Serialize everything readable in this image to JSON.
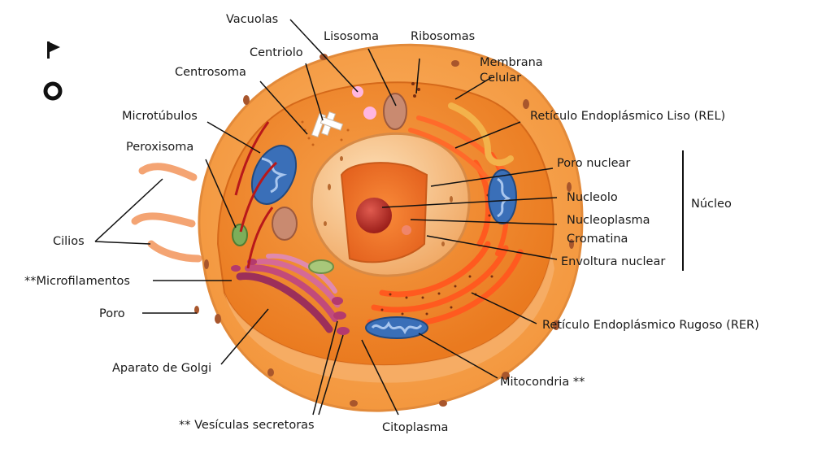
{
  "toolbar": {
    "flag_icon": "flag-icon",
    "circle_icon": "target-circle-icon"
  },
  "labels": {
    "vacuolas": "Vacuolas",
    "lisosoma": "Lisosoma",
    "ribosomas": "Ribosomas",
    "centriolo": "Centriolo",
    "membrana_1": "Membrana",
    "membrana_2": "Celular",
    "centrosoma": "Centrosoma",
    "rel": "Retículo Endoplásmico Liso (REL)",
    "microtubulos": "Microtúbulos",
    "peroxisoma": "Peroxisoma",
    "poro_nuclear": "Poro nuclear",
    "nucleolo": "Nucleolo",
    "nucleo": "Núcleo",
    "nucleoplasma": "Nucleoplasma",
    "cromatina": "Cromatina",
    "cilios": "Cilios",
    "microfilamentos": "**Microfilamentos",
    "envoltura": "Envoltura nuclear",
    "poro": "Poro",
    "rer": "Retículo Endoplásmico Rugoso (RER)",
    "golgi": "Aparato de Golgi",
    "mitocondria": "Mitocondria  **",
    "vesiculas": "** Vesículas secretoras",
    "citoplasma": "Citoplasma"
  },
  "colors": {
    "membrane": "#f6a253",
    "cytoplasm": "#f08a2c",
    "nucleus": "#f7c48e",
    "nucleolus": "#c0392b",
    "mitochondria": "#3a6fb8",
    "golgi": "#b03a6a",
    "er": "#ff5a1f",
    "leader": "#111111"
  }
}
